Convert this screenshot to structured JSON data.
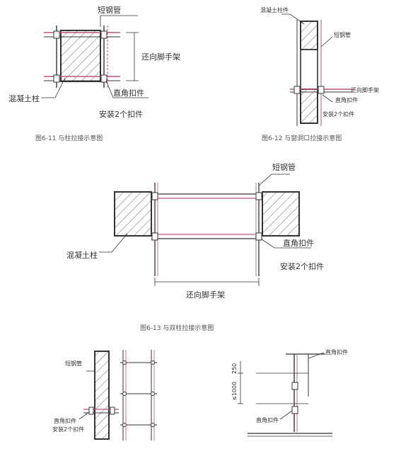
{
  "colors": {
    "line": "#333333",
    "pipe": "#c0507a",
    "hatch": "#555555",
    "background": "#ffffff"
  },
  "fig1": {
    "caption": "图6-11 与柱拉接示意图",
    "labels": {
      "short_pipe": "短钢管",
      "longitudinal": "还向脚手架",
      "concrete_column": "混凝土柱",
      "right_angle_coupler": "直角扣件",
      "install_two": "安装2个扣件"
    }
  },
  "fig2": {
    "caption": "图6-12 与窗洞口拉接示意图",
    "labels": {
      "concrete_column": "混凝土柱件",
      "short_pipe": "短钢管",
      "longitudinal": "还向脚手架",
      "right_angle_coupler": "直角扣件",
      "install_two": "安装2个扣件"
    }
  },
  "fig3": {
    "caption": "图6-13 与双柱拉接示意图",
    "labels": {
      "short_pipe": "短钢管",
      "concrete_column": "混凝土柱",
      "right_angle_coupler": "直角扣件",
      "install_two": "安装2个扣件",
      "longitudinal": "还向脚手架"
    }
  },
  "fig4": {
    "labels": {
      "short_pipe": "短钢管",
      "right_angle_coupler": "直角扣件",
      "install_two": "安装2个扣件"
    }
  },
  "fig5": {
    "labels": {
      "coupler_top": "直角扣件",
      "coupler_bottom": "直角扣件",
      "dim_upper": "250",
      "dim_lower": "≤1000"
    }
  }
}
